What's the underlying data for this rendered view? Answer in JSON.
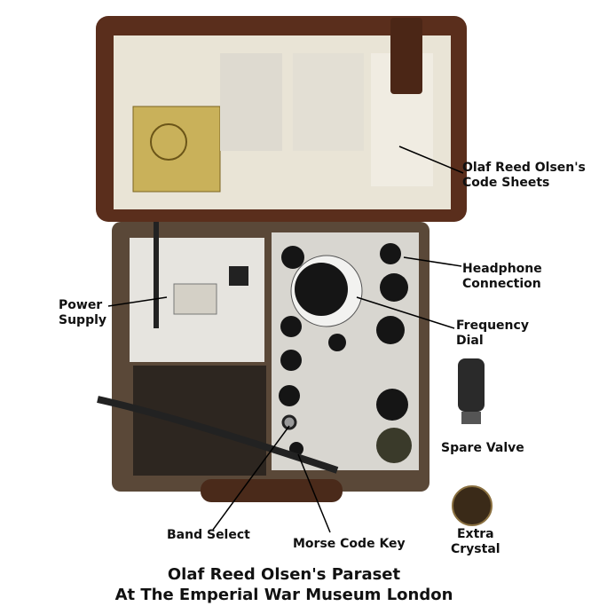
{
  "labels": {
    "code_sheets": [
      "Olaf Reed Olsen's",
      "Code Sheets"
    ],
    "headphone": [
      "Headphone",
      "Connection"
    ],
    "power_supply": [
      "Power",
      "Supply"
    ],
    "frequency_dial": [
      "Frequency",
      "Dial"
    ],
    "spare_valve": "Spare Valve",
    "band_select": "Band Select",
    "morse_key": "Morse Code Key",
    "extra_crystal": [
      "Extra",
      "Crystal"
    ]
  },
  "caption": {
    "line1": "Olaf Reed Olsen's Paraset",
    "line2": "At The Emperial War Museum London"
  },
  "colors": {
    "leather": "#5a2e1c",
    "lid": "#e9e4d6",
    "panel": "#d8d6d0",
    "metal": "#b9b6ae",
    "knob": "#151515",
    "plate": "#c9b15a"
  }
}
